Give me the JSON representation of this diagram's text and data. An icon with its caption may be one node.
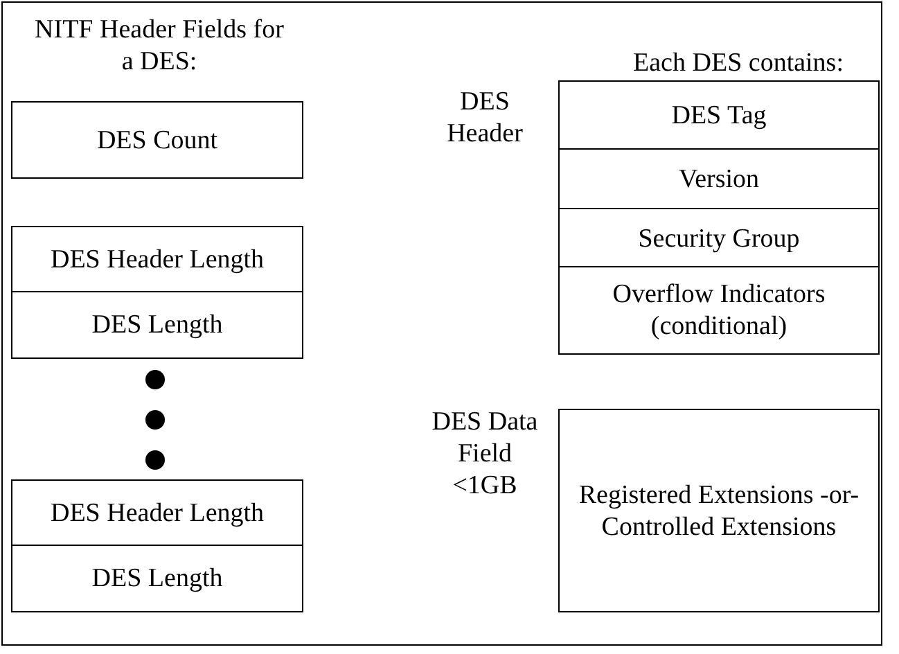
{
  "diagram": {
    "nodes": [
      {
        "text": [
          "DES Count"
        ]
      },
      {
        "text": [
          "DES Header Length"
        ]
      },
      {
        "text": [
          "DES Length"
        ]
      },
      {
        "text": [
          "DES Header Length"
        ]
      },
      {
        "text": [
          "DES Length"
        ]
      },
      {
        "text": [
          "DES Tag"
        ]
      },
      {
        "text": [
          "Version"
        ]
      },
      {
        "text": [
          "Security Group"
        ]
      },
      {
        "text": [
          "Overflow Indicators (conditional)"
        ]
      },
      {
        "text": [
          "Registered Extensions -or- Controlled Extensions"
        ]
      }
    ],
    "labels": [
      "NITF Header Fields for a DES:",
      "Each DES contains:",
      "DES Header",
      "DES Data Field <1GB"
    ]
  }
}
